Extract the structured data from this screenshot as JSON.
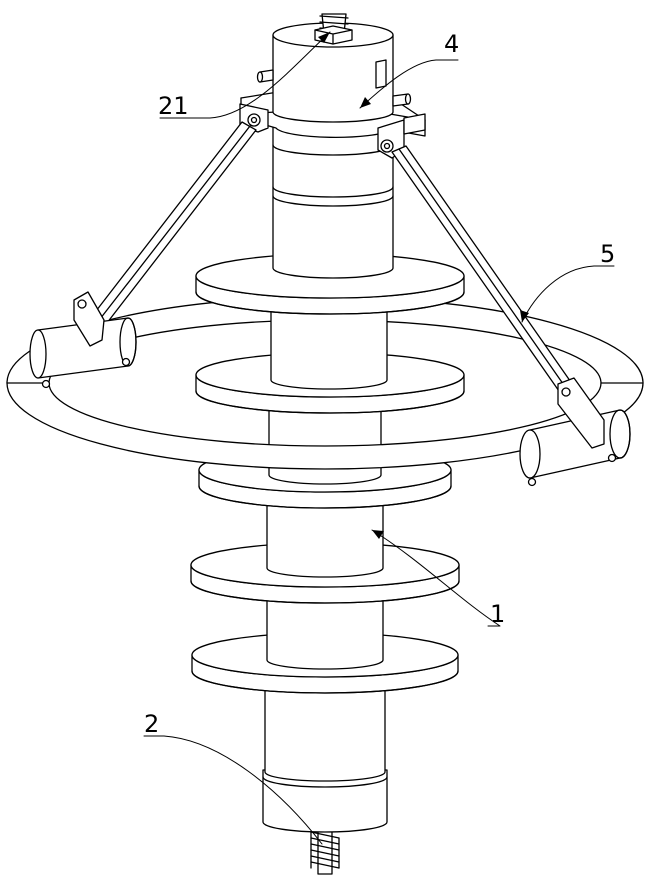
{
  "labels": {
    "part_21": "21",
    "part_4": "4",
    "part_5": "5",
    "part_1": "1",
    "part_2": "2"
  },
  "colors": {
    "stroke": "#000000",
    "fill": "#ffffff"
  }
}
